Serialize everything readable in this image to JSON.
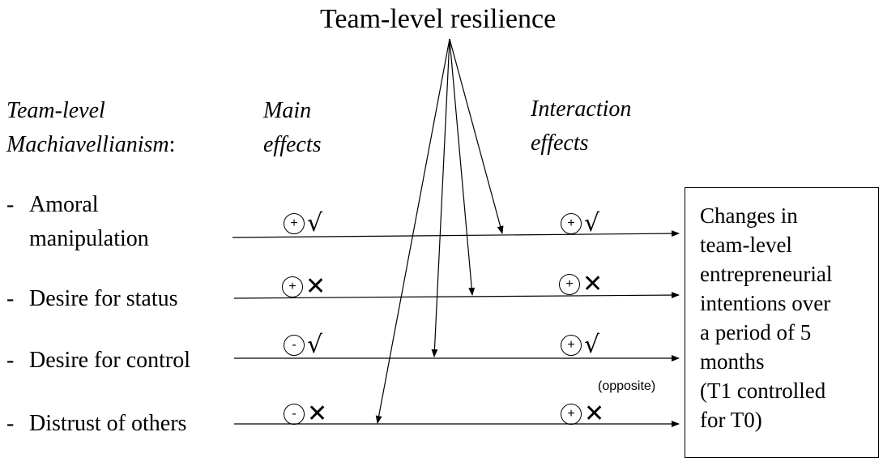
{
  "title": "Team-level resilience",
  "headers": {
    "predictor_line1": "Team-level",
    "predictor_line2": "Machiavellianism",
    "predictor_colon": ":",
    "main_line1": "Main",
    "main_line2": "effects",
    "interaction_line1": "Interaction",
    "interaction_line2": "effects"
  },
  "predictors": [
    {
      "dash": "-",
      "line1": "Amoral",
      "line2": "manipulation",
      "main": {
        "sign": "+",
        "mark": "√"
      },
      "interaction": {
        "sign": "+",
        "mark": "√"
      }
    },
    {
      "dash": "-",
      "line1": "Desire for status",
      "main": {
        "sign": "+",
        "mark": "✕"
      },
      "interaction": {
        "sign": "+",
        "mark": "✕"
      }
    },
    {
      "dash": "-",
      "line1": "Desire for control",
      "main": {
        "sign": "-",
        "mark": "√"
      },
      "interaction": {
        "sign": "+",
        "mark": "√"
      }
    },
    {
      "dash": "-",
      "line1": "Distrust of others",
      "main": {
        "sign": "-",
        "mark": "✕"
      },
      "interaction": {
        "sign": "+",
        "mark": "✕"
      }
    }
  ],
  "interaction_note": "(opposite)",
  "outcome": {
    "lines": [
      "Changes in",
      "team-level",
      "entrepreneurial",
      "intentions over",
      "a period of 5",
      "months",
      "(T1 controlled",
      "for T0)"
    ]
  }
}
